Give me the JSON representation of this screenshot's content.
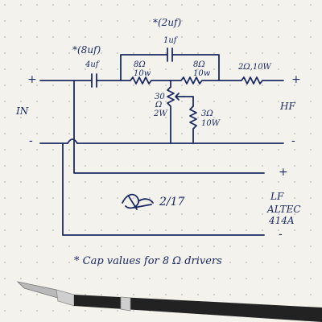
{
  "labels": {
    "cap_top_note": "*(2uf)",
    "cap_top_value": "1uf",
    "cap_left_note": "*(8uf)",
    "cap_left_value": "4uf",
    "res_top_left": "8Ω",
    "res_top_left_watt": "10w",
    "res_top_right": "8Ω",
    "res_top_right_watt": "10w",
    "res_out_hf": "2Ω,10W",
    "pot_value": "30",
    "pot_unit": "Ω",
    "pot_watt": "2W",
    "res_shunt": "3Ω",
    "res_shunt_watt": "10W",
    "in_plus": "+",
    "in_minus": "-",
    "in_label": "IN",
    "hf_plus": "+",
    "hf_minus": "-",
    "hf_label": "HF",
    "lf_plus": "+",
    "lf_minus": "-",
    "lf_label": "LF",
    "lf_brand": "ALTEC",
    "lf_model": "414A",
    "signature": "2/17",
    "footnote": "* Cap values for 8 Ω drivers"
  }
}
